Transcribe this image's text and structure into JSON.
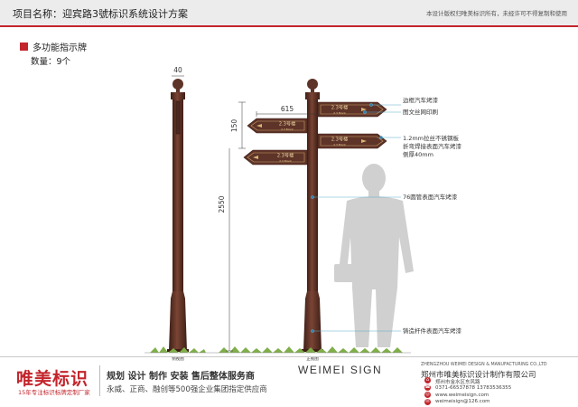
{
  "header": {
    "project_title": "项目名称：迎宾路3號标识系统设计方案",
    "copyright": "本设计版权归唯美标识所有，未经许可不得复制和使用"
  },
  "section": {
    "title": "多功能指示牌",
    "quantity": "数量：9个"
  },
  "dimensions": {
    "top_width": "40",
    "arm_length": "615",
    "sign_height": "150",
    "pole_height": "2550"
  },
  "view_labels": {
    "side": "侧视图",
    "front": "正视图"
  },
  "signs": [
    {
      "main": "2.3号楼",
      "sub": "2.3 Block",
      "direction": "right"
    },
    {
      "main": "2.3号楼",
      "sub": "2.3 Block",
      "direction": "left"
    },
    {
      "main": "2.3号楼",
      "sub": "2.3 Block",
      "direction": "right"
    },
    {
      "main": "2.3号楼",
      "sub": "2.3 Block",
      "direction": "left"
    }
  ],
  "annotations": [
    "边框汽车烤漆",
    "图文丝网印刷",
    "1.2mm拉丝不锈钢板",
    "折弯焊接表面汽车烤漆",
    "侧厚40mm",
    "76圆管表面汽车烤漆",
    "铸造杆件表面汽车烤漆"
  ],
  "watermark": "WEIMEI SIGN",
  "footer": {
    "logo": "唯美标识",
    "logo_sub": "15年专注标识标牌定制厂家",
    "slogan_main": "规划 设计 制作 安装 售后整体服务商",
    "slogan_sub": "永威、正商、融创等500强企业集团指定供应商",
    "brand_en": "WEIMEI SIGN",
    "company_en": "ZHENGZHOU WEIMEI DESIGN & MANUFACTURING CO.,LTD",
    "company_cn": "郑州市唯美标识设计制作有限公司",
    "address": "郑州市金水区东风路",
    "phone": "0371-66537878  13783536355",
    "website": "www.weimeisign.com",
    "email": "weimeisign@126.com"
  },
  "colors": {
    "accent": "#c3252c",
    "pole": "#5e3328",
    "sign_trim": "#c9a46a",
    "grass": "#7fae4a"
  }
}
